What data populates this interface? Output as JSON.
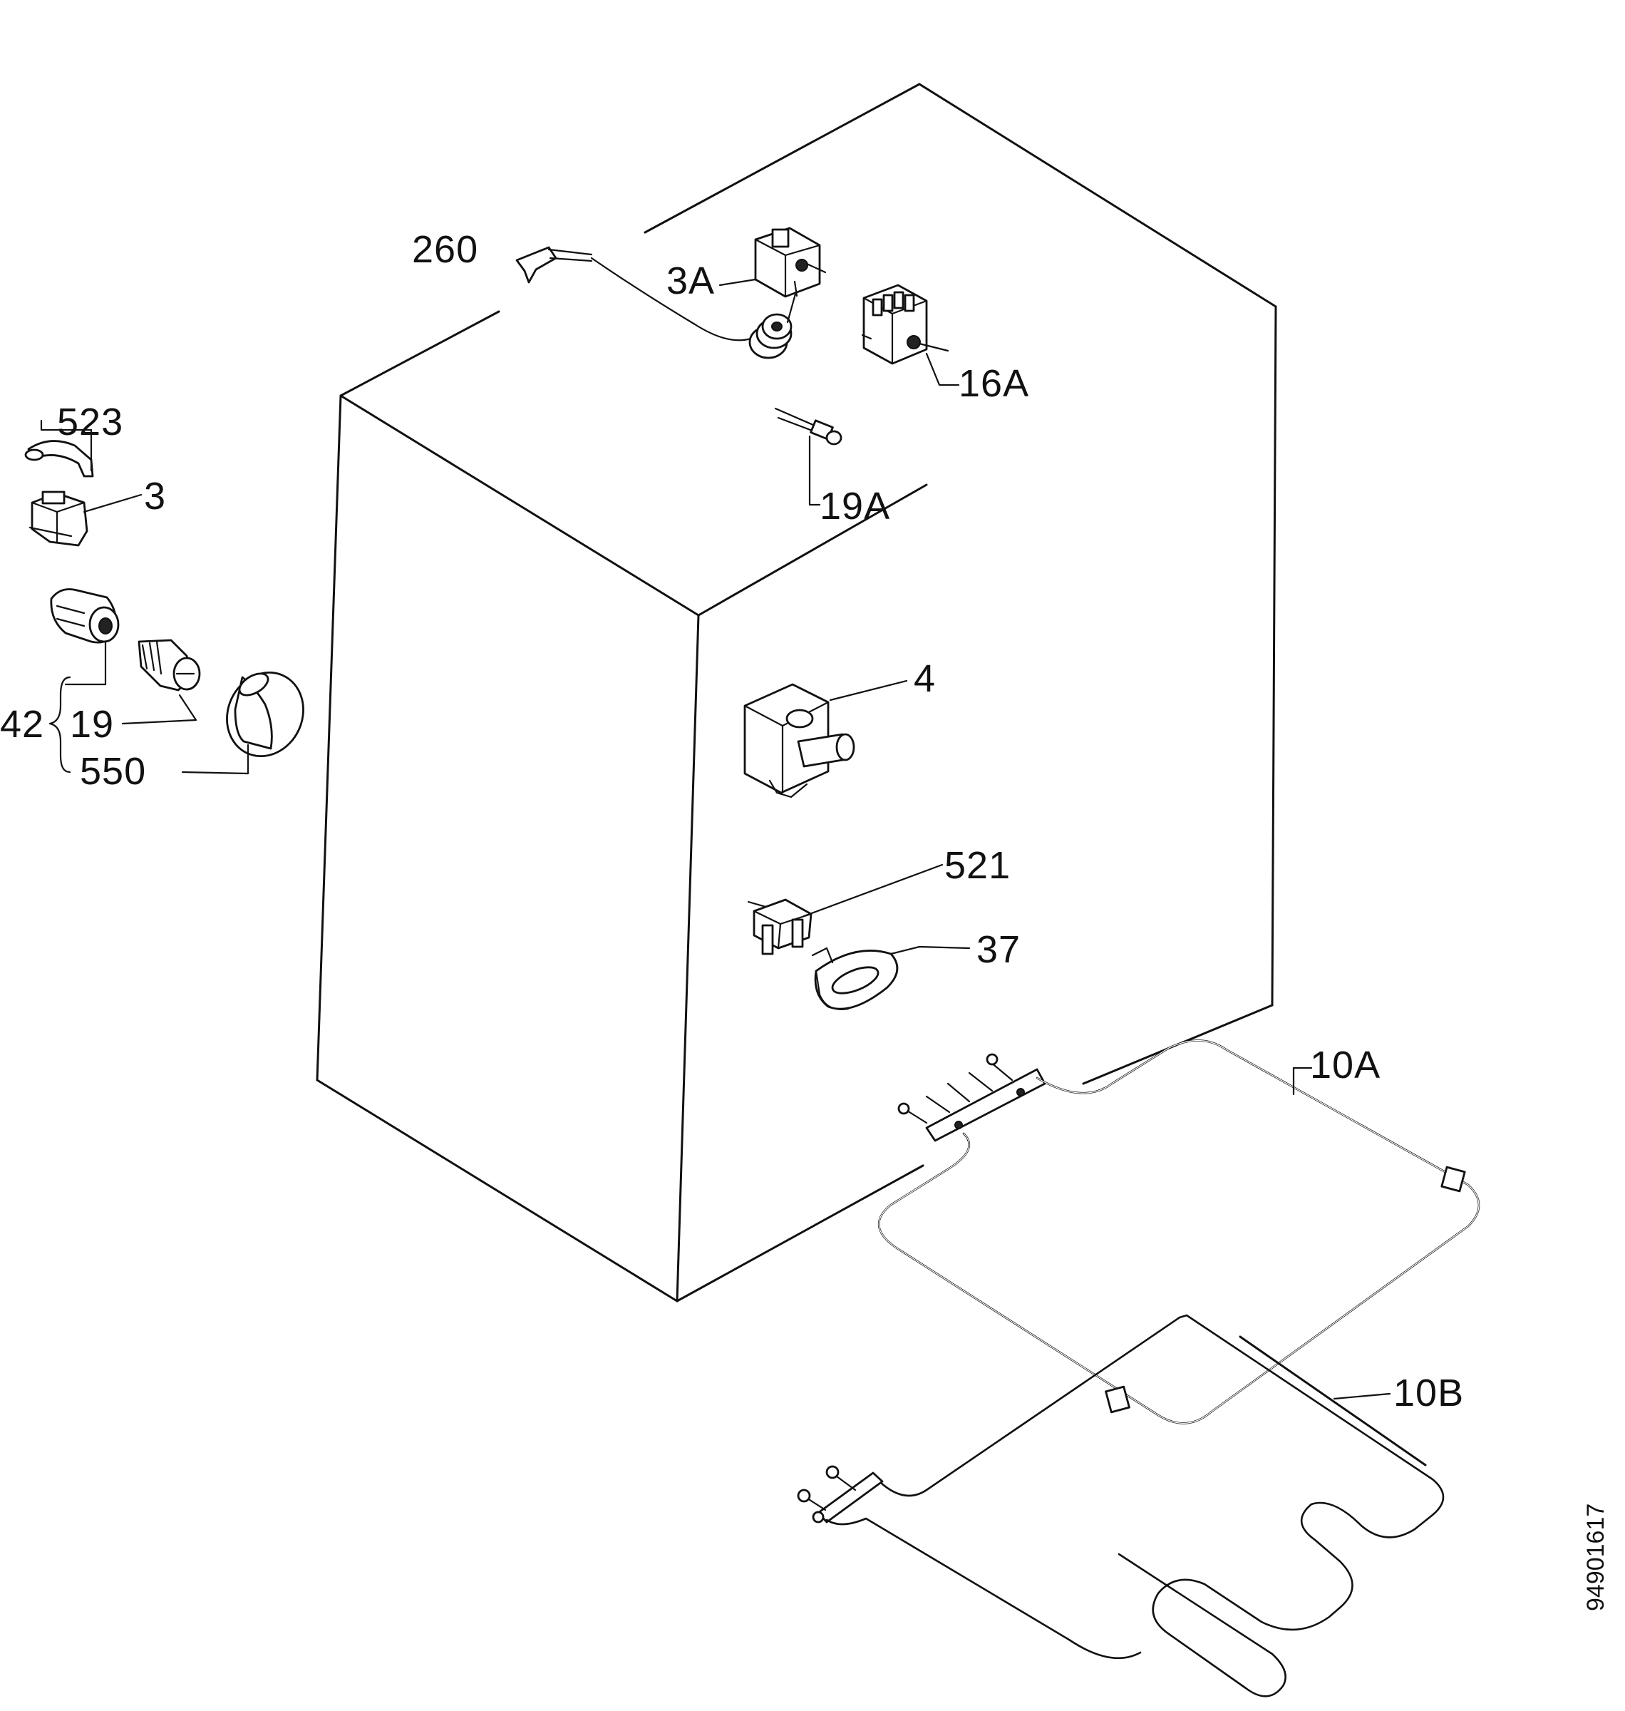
{
  "diagram": {
    "labels": {
      "p260": "260",
      "p3A": "3A",
      "p16A": "16A",
      "p19A": "19A",
      "p523": "523",
      "p3": "3",
      "p42": "42",
      "p19": "19",
      "p550": "550",
      "p4": "4",
      "p521": "521",
      "p37": "37",
      "p10A": "10A",
      "p10B": "10B"
    },
    "drawing_code": "94901617"
  }
}
